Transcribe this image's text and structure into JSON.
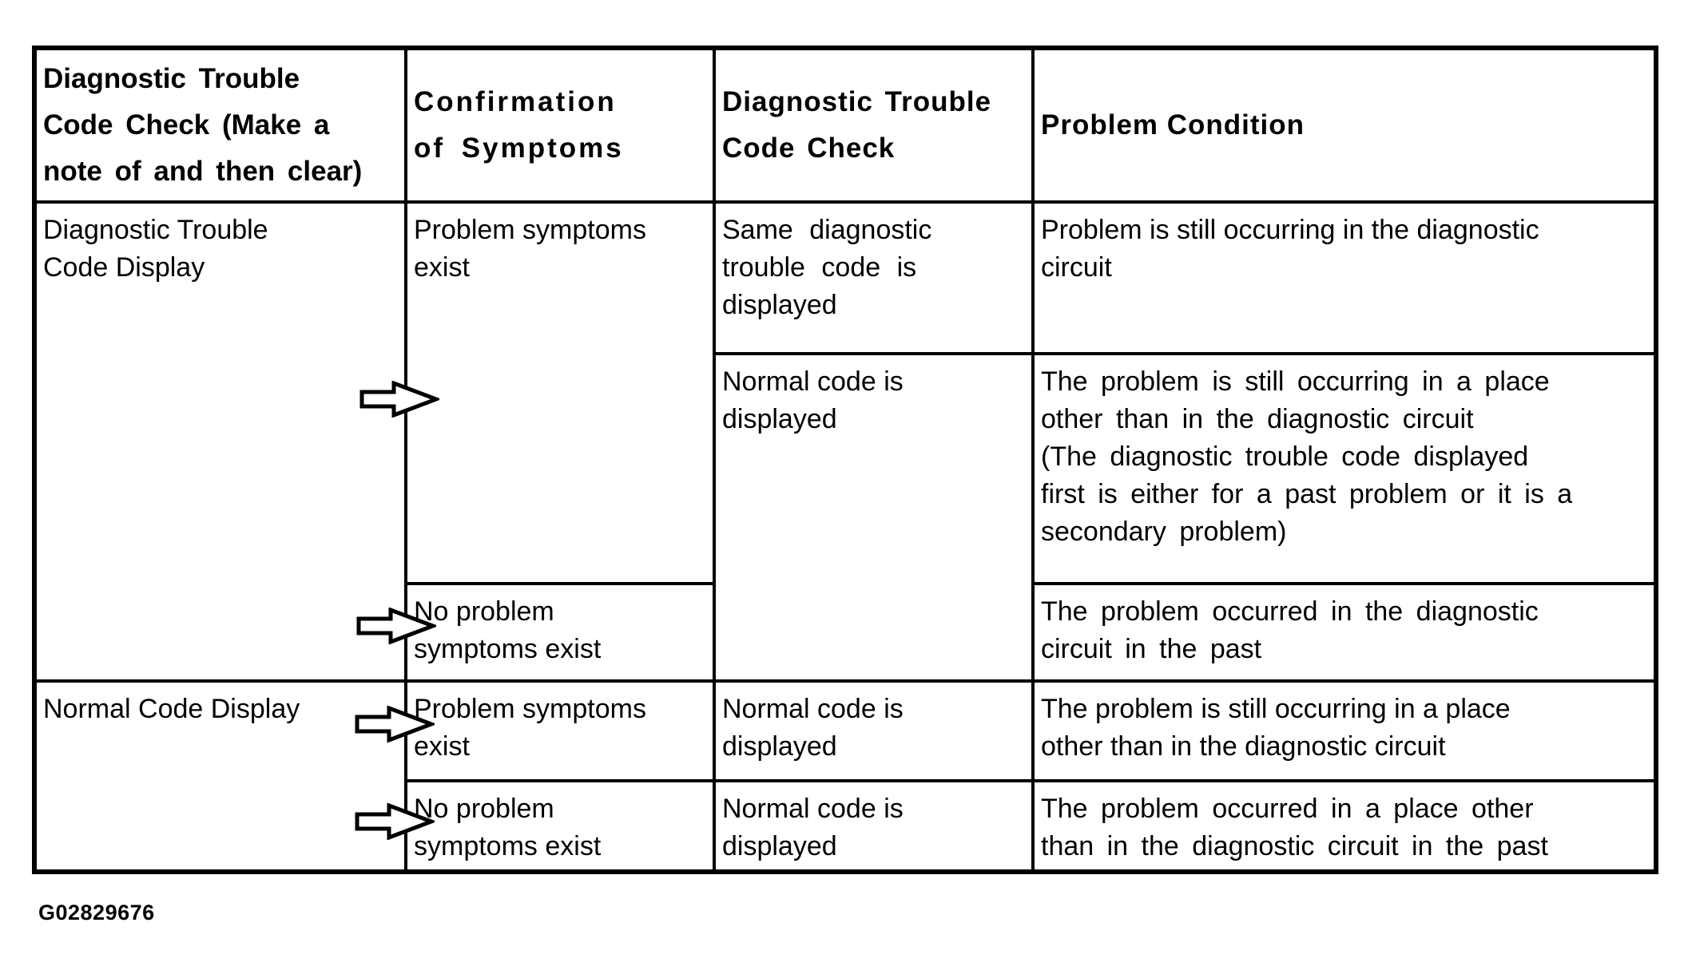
{
  "table": {
    "headers": {
      "col1": "Diagnostic Trouble\nCode Check (Make a\nnote of and then clear)",
      "col2": "Confirmation\nof Symptoms",
      "col3": "Diagnostic Trouble\nCode Check",
      "col4": "Problem Condition"
    },
    "cells": {
      "dtc_display": "Diagnostic Trouble\nCode Display",
      "normal_code_display": "Normal Code Display",
      "problem_symptoms_exist_1": "Problem symptoms\nexist",
      "no_problem_symptoms_exist_1": "No problem\nsymptoms exist",
      "problem_symptoms_exist_2": "Problem symptoms\nexist",
      "no_problem_symptoms_exist_2": "No problem\nsymptoms exist",
      "same_dtc_displayed": "Same diagnostic\ntrouble code is\ndisplayed",
      "normal_code_displayed_1": "Normal code is\ndisplayed",
      "normal_code_displayed_2": "Normal code is\ndisplayed",
      "normal_code_displayed_3": "Normal code is\ndisplayed",
      "cond_r1": "Problem is still occurring in the diagnostic\ncircuit",
      "cond_r2": "The problem is still occurring in a place\nother than in the diagnostic circuit\n(The diagnostic trouble code displayed\nfirst is either for a past problem or it is a\nsecondary problem)",
      "cond_r3": "The problem occurred in the diagnostic\ncircuit in the past",
      "cond_r4": "The problem is still occurring in a place\nother than in the diagnostic circuit",
      "cond_r5": "The problem occurred in a place other\nthan in the diagnostic circuit in the past"
    }
  },
  "figure_id": "G02829676",
  "icons": {
    "flow_arrow": "right-block-arrow"
  },
  "colors": {
    "text": "#000000",
    "border": "#000000",
    "background": "#ffffff"
  }
}
